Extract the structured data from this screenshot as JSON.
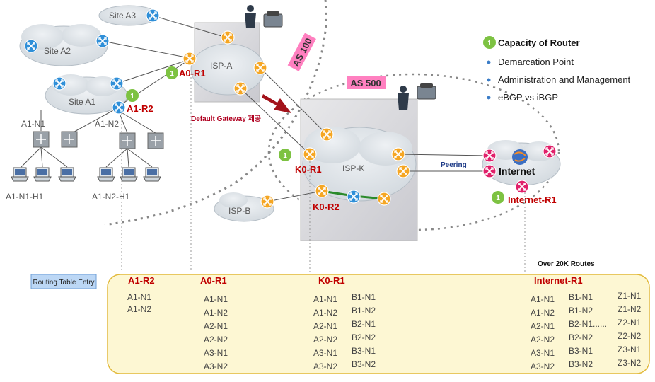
{
  "sites": {
    "a3": "Site A3",
    "a2": "Site A2",
    "a1": "Site A1"
  },
  "isps": {
    "a": "ISP-A",
    "k": "ISP-K",
    "b": "ISP-B"
  },
  "internet": "Internet",
  "routers": {
    "a0r1": "A0-R1",
    "a1r2": "A1-R2",
    "k0r1": "K0-R1",
    "k0r2": "K0-R2",
    "internet_r1": "Internet-R1"
  },
  "hosts": {
    "a1n1": "A1-N1",
    "a1n2": "A1-N2",
    "a1n1h1": "A1-N1-H1",
    "a1n2h1": "A1-N2-H1"
  },
  "as_tags": {
    "as100": "AS 100",
    "as500": "AS 500"
  },
  "notes": {
    "default_gw": "Default Gateway 제공",
    "peering": "Peering",
    "over20k": "Over 20K Routes"
  },
  "badge_number": "1",
  "legend": {
    "title": "Capacity of Router",
    "items": [
      "Demarcation Point",
      "Administration and Management",
      "eBGP vs iBGP"
    ]
  },
  "routing_table": {
    "label": "Routing Table Entry",
    "a1r2": {
      "title": "A1-R2",
      "col1": [
        "A1-N1",
        "A1-N2"
      ]
    },
    "a0r1": {
      "title": "A0-R1",
      "col1": [
        "A1-N1",
        "A1-N2",
        "A2-N1",
        "A2-N2",
        "A3-N1",
        "A3-N2"
      ]
    },
    "k0r1": {
      "title": "K0-R1",
      "col1": [
        "A1-N1",
        "A1-N2",
        "A2-N1",
        "A2-N2",
        "A3-N1",
        "A3-N2"
      ],
      "col2": [
        "B1-N1",
        "B1-N2",
        "B2-N1",
        "B2-N2",
        "B3-N1",
        "B3-N2"
      ]
    },
    "inet": {
      "title": "Internet-R1",
      "col1": [
        "A1-N1",
        "A1-N2",
        "A2-N1",
        "A2-N2",
        "A3-N1",
        "A3-N2"
      ],
      "col2": [
        "B1-N1",
        "B1-N2",
        "B2-N1......",
        "B2-N2",
        "B3-N1",
        "B3-N2"
      ],
      "col3": [
        "Z1-N1",
        "Z1-N2",
        "Z2-N1",
        "Z2-N2",
        "Z3-N1",
        "Z3-N2"
      ]
    }
  },
  "colors": {
    "router_orange": "#f5a623",
    "router_blue": "#2f8fd8",
    "router_pink": "#e0206a",
    "badge_green": "#7dc242",
    "label_red": "#c00000",
    "table_fill": "#fdf7d3",
    "table_border": "#e2b93a",
    "as_tag": "#ff80c0"
  }
}
